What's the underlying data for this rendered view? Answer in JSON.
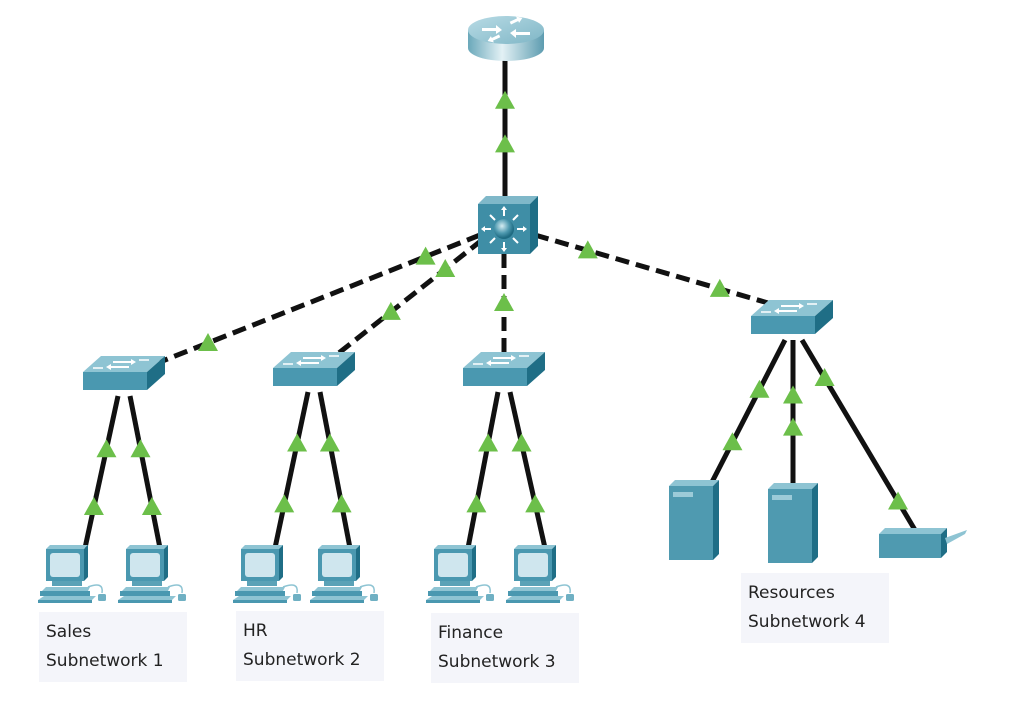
{
  "diagram": {
    "type": "network-topology",
    "link_color": "#111111",
    "status_indicator_color": "#6cbf4a",
    "device_color": "#4d97ad",
    "devices": [
      {
        "id": "router",
        "kind": "router"
      },
      {
        "id": "core-switch",
        "kind": "multilayer-switch"
      },
      {
        "id": "switch-1",
        "kind": "switch"
      },
      {
        "id": "switch-2",
        "kind": "switch"
      },
      {
        "id": "switch-3",
        "kind": "switch"
      },
      {
        "id": "switch-4",
        "kind": "switch"
      },
      {
        "id": "pc-1a",
        "kind": "pc"
      },
      {
        "id": "pc-1b",
        "kind": "pc"
      },
      {
        "id": "pc-2a",
        "kind": "pc"
      },
      {
        "id": "pc-2b",
        "kind": "pc"
      },
      {
        "id": "pc-3a",
        "kind": "pc"
      },
      {
        "id": "pc-3b",
        "kind": "pc"
      },
      {
        "id": "server-1",
        "kind": "server"
      },
      {
        "id": "server-2",
        "kind": "server"
      },
      {
        "id": "printer-1",
        "kind": "printer"
      }
    ],
    "links": [
      {
        "from": "core-switch",
        "to": "router",
        "style": "solid",
        "status": "up"
      },
      {
        "from": "core-switch",
        "to": "switch-1",
        "style": "dashed",
        "status": "up"
      },
      {
        "from": "core-switch",
        "to": "switch-2",
        "style": "dashed",
        "status": "up"
      },
      {
        "from": "core-switch",
        "to": "switch-3",
        "style": "dashed",
        "status": "up"
      },
      {
        "from": "core-switch",
        "to": "switch-4",
        "style": "dashed",
        "status": "up"
      },
      {
        "from": "switch-1",
        "to": "pc-1a",
        "style": "solid",
        "status": "up"
      },
      {
        "from": "switch-1",
        "to": "pc-1b",
        "style": "solid",
        "status": "up"
      },
      {
        "from": "switch-2",
        "to": "pc-2a",
        "style": "solid",
        "status": "up"
      },
      {
        "from": "switch-2",
        "to": "pc-2b",
        "style": "solid",
        "status": "up"
      },
      {
        "from": "switch-3",
        "to": "pc-3a",
        "style": "solid",
        "status": "up"
      },
      {
        "from": "switch-3",
        "to": "pc-3b",
        "style": "solid",
        "status": "up"
      },
      {
        "from": "switch-4",
        "to": "server-1",
        "style": "solid",
        "status": "up"
      },
      {
        "from": "switch-4",
        "to": "server-2",
        "style": "solid",
        "status": "up"
      },
      {
        "from": "switch-4",
        "to": "printer-1",
        "style": "solid",
        "status": "up"
      }
    ]
  },
  "labels": [
    {
      "line1": "Sales",
      "line2": "Subnetwork 1"
    },
    {
      "line1": "HR",
      "line2": "Subnetwork 2"
    },
    {
      "line1": "Finance",
      "line2": "Subnetwork 3"
    },
    {
      "line1": "Resources",
      "line2": "Subnetwork 4"
    }
  ]
}
